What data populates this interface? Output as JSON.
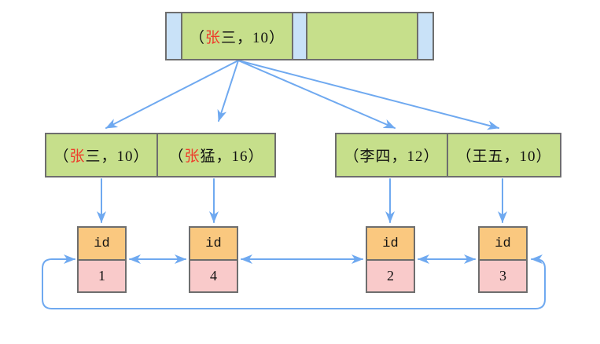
{
  "colors": {
    "green": "#c6df8b",
    "blue": "#c9e2f8",
    "orange": "#fac87f",
    "pink": "#f9caca",
    "border": "#6e6e6e",
    "arrow": "#6fa9f0",
    "red_text": "#ee3d2b",
    "text": "#111111",
    "bg": "#ffffff"
  },
  "diagram_type": "bplus-tree-index-linked-list",
  "root": {
    "cells": [
      {
        "pre": "（",
        "red": "张",
        "post": "三，10）"
      },
      {
        "pre": "",
        "red": "",
        "post": ""
      }
    ]
  },
  "leaves": [
    {
      "pre": "（",
      "red": "张",
      "post": "三，10）"
    },
    {
      "pre": "（",
      "red": "张",
      "post": "猛，16）"
    },
    {
      "pre": "（",
      "red": "",
      "post": "李四，12）"
    },
    {
      "pre": "（",
      "red": "",
      "post": "王五，10）"
    }
  ],
  "id_nodes": [
    {
      "header": "id",
      "value": "1"
    },
    {
      "header": "id",
      "value": "4"
    },
    {
      "header": "id",
      "value": "2"
    },
    {
      "header": "id",
      "value": "3"
    }
  ]
}
